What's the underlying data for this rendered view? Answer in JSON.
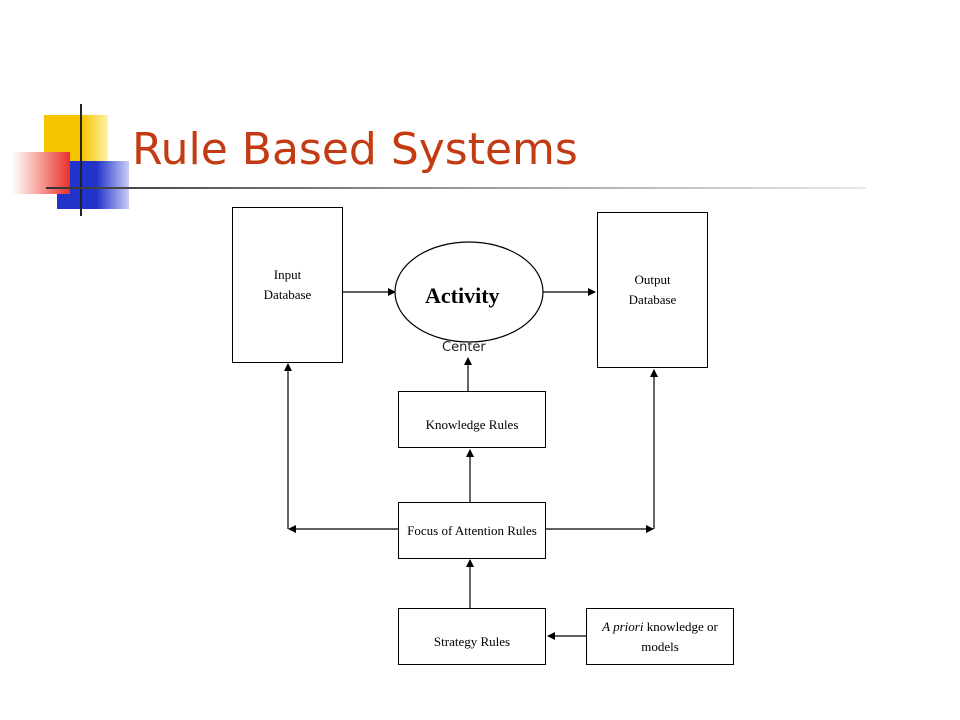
{
  "title": "Rule Based Systems",
  "diagram": {
    "input_database": "Input Database",
    "output_database": "Output Database",
    "activity_center": {
      "main": "Activity",
      "sub": "Center"
    },
    "knowledge_rules": "Knowledge Rules",
    "focus_of_attention_rules": "Focus of Attention Rules",
    "strategy_rules": "Strategy Rules",
    "a_priori": {
      "italic": "A priori",
      "rest": " knowledge or models"
    }
  },
  "colors": {
    "title": "#c23b12",
    "deco_yellow": "#f7c400",
    "deco_blue": "#2233cc",
    "deco_red": "#e8302a"
  }
}
